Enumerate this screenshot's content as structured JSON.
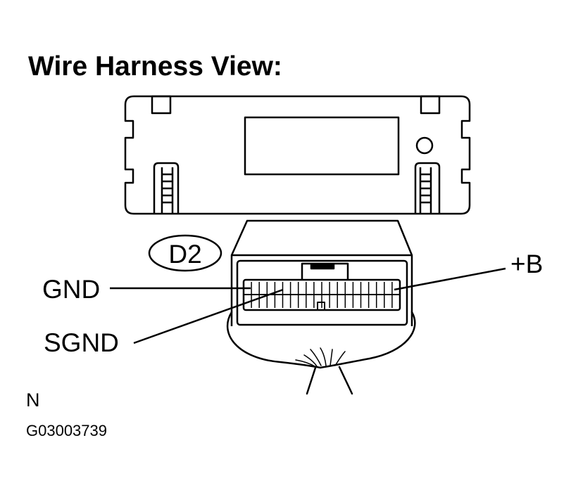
{
  "title": "Wire Harness View:",
  "connector": {
    "code": "D2"
  },
  "pins": {
    "gnd": "GND",
    "sgnd": "SGND",
    "plus_b": "+B"
  },
  "note": "N",
  "figure_id": "G03003739",
  "colors": {
    "line": "#000000",
    "background": "#ffffff"
  }
}
